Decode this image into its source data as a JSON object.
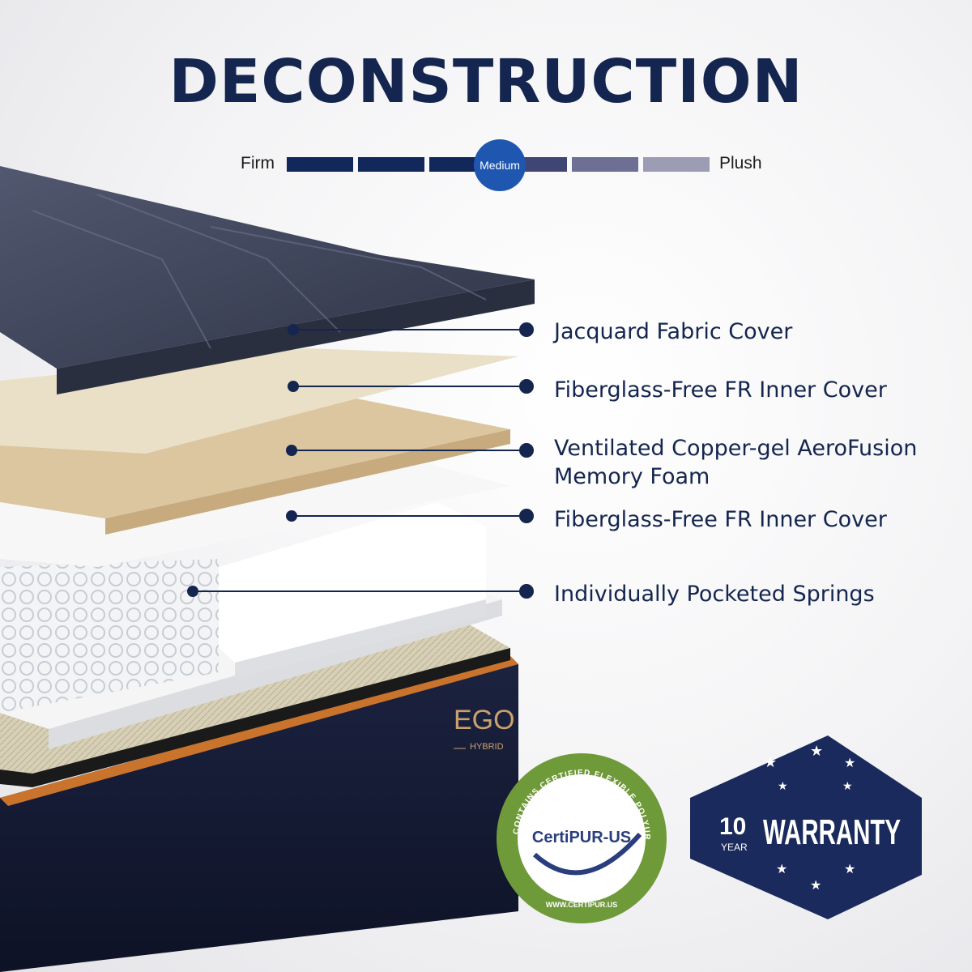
{
  "title": "DECONSTRUCTION",
  "firmness": {
    "left_label": "Firm",
    "right_label": "Plush",
    "selected_label": "Medium",
    "selected_color": "#1f56b0",
    "segment_colors": [
      "#12275a",
      "#12275a",
      "#12275a",
      "#3f4673",
      "#6e6f94",
      "#9c9cb5"
    ]
  },
  "layers": [
    {
      "label": "Jacquard Fabric Cover"
    },
    {
      "label": "Fiberglass-Free FR Inner Cover"
    },
    {
      "label": "Ventilated Copper-gel AeroFusion\nMemory Foam"
    },
    {
      "label": "Fiberglass-Free FR Inner Cover"
    },
    {
      "label": "Individually Pocketed Springs"
    }
  ],
  "brand": {
    "name": "EGO",
    "sub": "HYBRID"
  },
  "certipur": {
    "name": "CertiPUR-US",
    "ring_text": "CONTAINS CERTIFIED FLEXIBLE POLYURETHANE FOAM",
    "url": "WWW.CERTIPUR.US",
    "color": "#6f9a3a"
  },
  "warranty": {
    "number": "10",
    "unit": "YEAR",
    "word": "WARRANTY",
    "color": "#1a2a5c"
  },
  "colors": {
    "navy": "#14254f",
    "cover": "#3d4358",
    "foam_cream": "#e6d9bf",
    "foam_tan": "#d9c09a"
  }
}
